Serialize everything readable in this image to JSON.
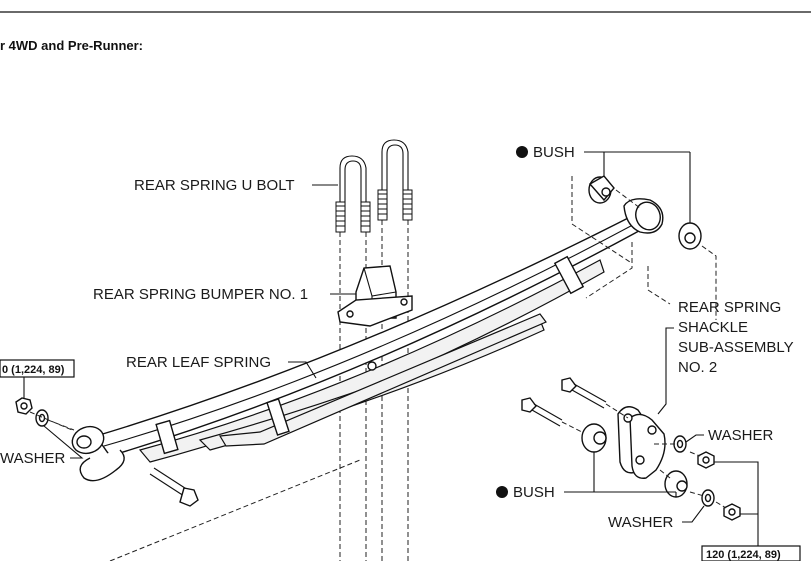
{
  "header": {
    "title": "r 4WD and Pre-Runner:"
  },
  "labels": {
    "bush_top": "BUSH",
    "u_bolt": "REAR SPRING U BOLT",
    "bumper": "REAR SPRING BUMPER NO. 1",
    "leaf_spring": "REAR LEAF SPRING",
    "shackle_1": "REAR SPRING",
    "shackle_2": "SHACKLE",
    "shackle_3": "SUB-ASSEMBLY",
    "shackle_4": "NO. 2",
    "washer_left": "WASHER",
    "washer_right_top": "WASHER",
    "bush_bottom": "BUSH",
    "washer_bottom": "WASHER"
  },
  "torque": {
    "left": "0 (1,224, 89)",
    "right": "120 (1,224, 89)"
  },
  "icons": {
    "bullet": "filled-circle-icon"
  }
}
